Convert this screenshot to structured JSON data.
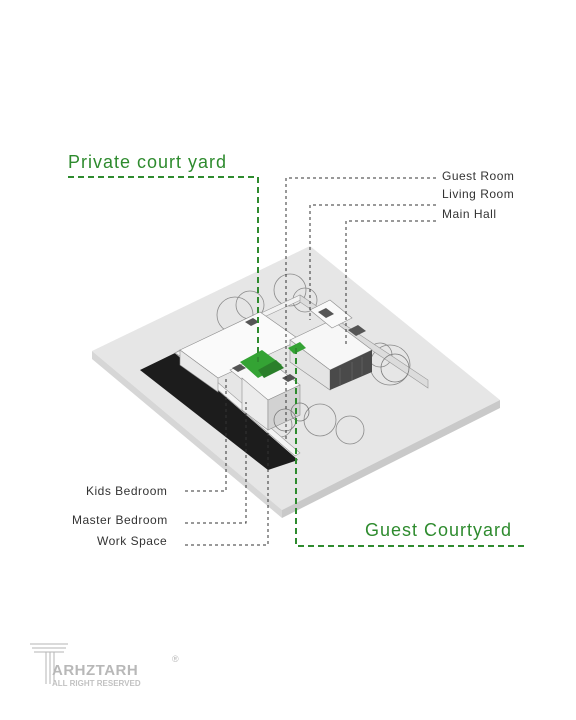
{
  "labels": {
    "private_court_yard": "Private court yard",
    "guest_courtyard": "Guest Courtyard",
    "guest_room": "Guest Room",
    "living_room": "Living Room",
    "main_hall": "Main Hall",
    "kids_bedroom": "Kids Bedroom",
    "master_bedroom": "Master Bedroom",
    "work_space": "Work Space"
  },
  "logo": {
    "text": "ARHZTARH",
    "subtext": "ALL RIGHT RESERVED",
    "mark": "®"
  },
  "colors": {
    "accent_green": "#2e8b2e",
    "leader_dark": "#333333",
    "site_plate": "#e4e4e4",
    "shadow": "#1a1a1a"
  }
}
